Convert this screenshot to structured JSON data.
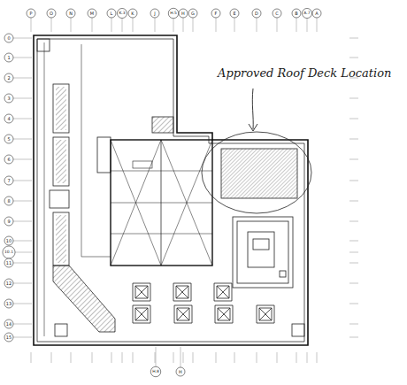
{
  "diagram": {
    "labels": [
      "P",
      "O",
      "N",
      "M",
      "L",
      "K.3",
      "K",
      "J",
      "H.5",
      "H",
      "G",
      "F",
      "E",
      "D",
      "C",
      "B",
      "A.7",
      "A",
      "0",
      "1",
      "2",
      "3",
      "4",
      "5",
      "6",
      "7",
      "8",
      "9",
      "10",
      "10.1",
      "11",
      "12",
      "13",
      "14",
      "15",
      "H.8",
      "H",
      "Approved Roof Deck Location"
    ]
  }
}
